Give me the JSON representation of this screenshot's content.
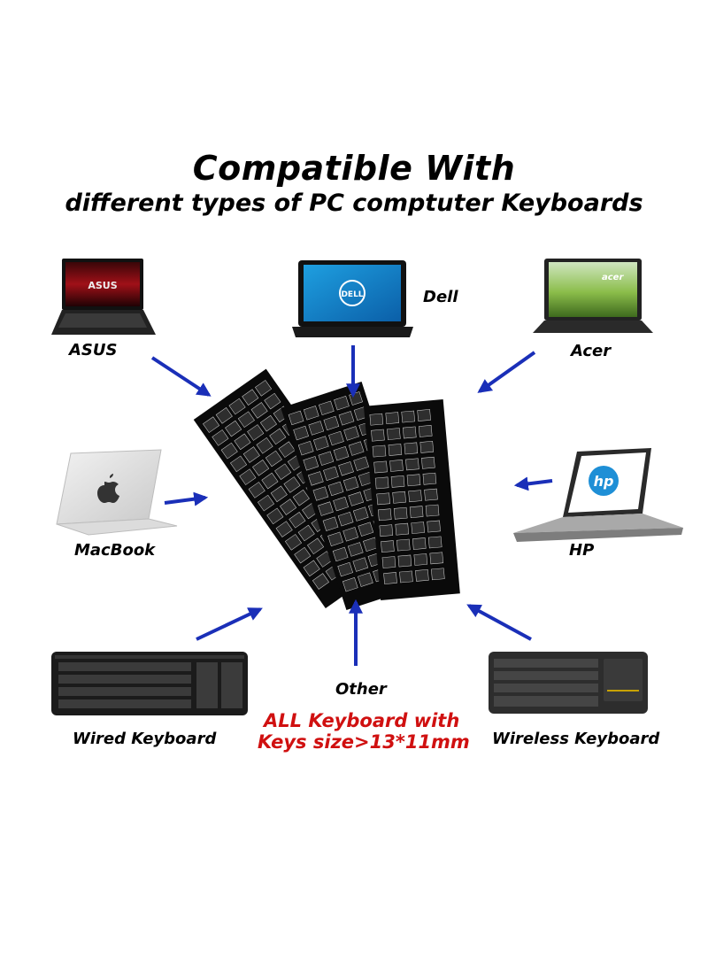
{
  "header": {
    "title": "Compatible With",
    "subtitle": "different types of PC comptuter Keyboards"
  },
  "devices": {
    "asus": "ASUS",
    "dell": "Dell",
    "acer": "Acer",
    "macbook": "MacBook",
    "hp": "HP",
    "wired": "Wired Keyboard",
    "other": "Other",
    "wireless": "Wireless Keyboard"
  },
  "note": {
    "line1": "ALL Keyboard with",
    "line2": "Keys size>13*11mm"
  },
  "colors": {
    "arrow": "#1a2fb8",
    "note": "#d01010"
  }
}
